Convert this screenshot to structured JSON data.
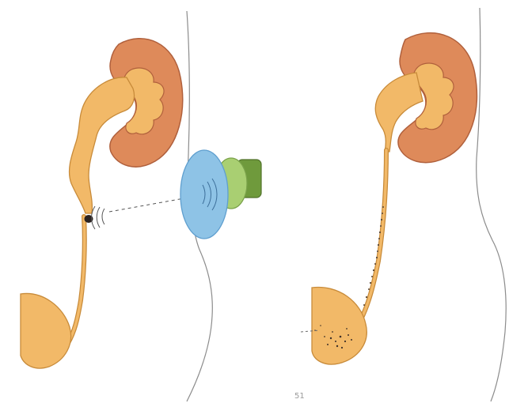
{
  "illustration": {
    "panels": [
      {
        "id": "before-treatment",
        "parts": [
          "kidney",
          "renal-pelvis",
          "ureter",
          "kidney-stone",
          "bladder",
          "body-outline",
          "shockwave-generator",
          "shockwave-path"
        ]
      },
      {
        "id": "after-treatment",
        "parts": [
          "kidney",
          "renal-pelvis",
          "ureter",
          "stone-fragments",
          "bladder",
          "body-outline"
        ]
      }
    ],
    "colors": {
      "kidney": "#de8a5a",
      "kidney_outline": "#b0603c",
      "urinary_tract": "#f2b968",
      "urinary_outline": "#c88b3a",
      "stone": "#2a2220",
      "generator_front": "#8ec3e6",
      "generator_middle": "#a9cf72",
      "generator_back": "#6f9a3c",
      "body_line": "#8c8c8c"
    }
  },
  "footer": {
    "page_mark": "51"
  }
}
